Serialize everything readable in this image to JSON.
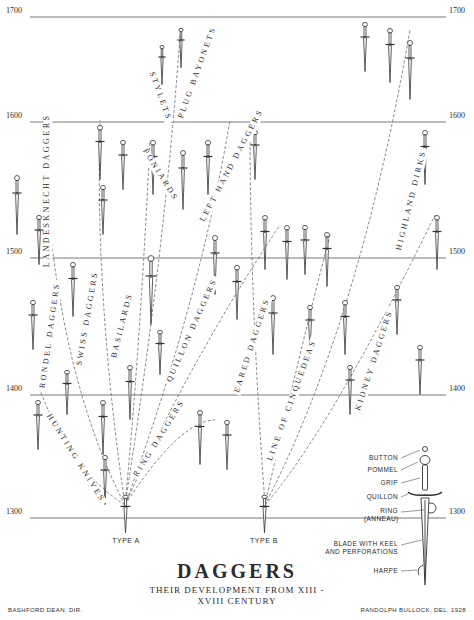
{
  "diagram": {
    "title": "DAGGERS",
    "caption": "THEIR DEVELOPMENT FROM XIII - XVIII CENTURY",
    "labels": [
      "1700",
      "1700",
      "1600",
      "1600",
      "1500",
      "1500",
      "1400",
      "1400",
      "1300",
      "1300",
      "HUNTING KNIVES",
      "LANDESKNECHT DAGGERS",
      "RONDEL DAGGERS",
      "SWISS DAGGERS",
      "BASILARDS",
      "RING DAGGERS",
      "QUILLON DAGGERS",
      "PONIARDS",
      "LEFT HAND DAGGERS",
      "STYLETS",
      "PLUG BAYONETS",
      "EARED DAGGERS",
      "LINE OF CINQUEDEAS",
      "KIDNEY DAGGERS",
      "HIGHLAND DIRKS",
      "TYPE A",
      "TYPE B",
      "BUTTON",
      "POMMEL",
      "GRIP",
      "QUILLON",
      "RING (ANNEAU)",
      "BLADE WITH KEEL AND PERFORATIONS",
      "HARPE",
      "BASHFORD DEAN, DIR.",
      "RANDOLPH BULLOCK, DEL. 1928"
    ]
  }
}
